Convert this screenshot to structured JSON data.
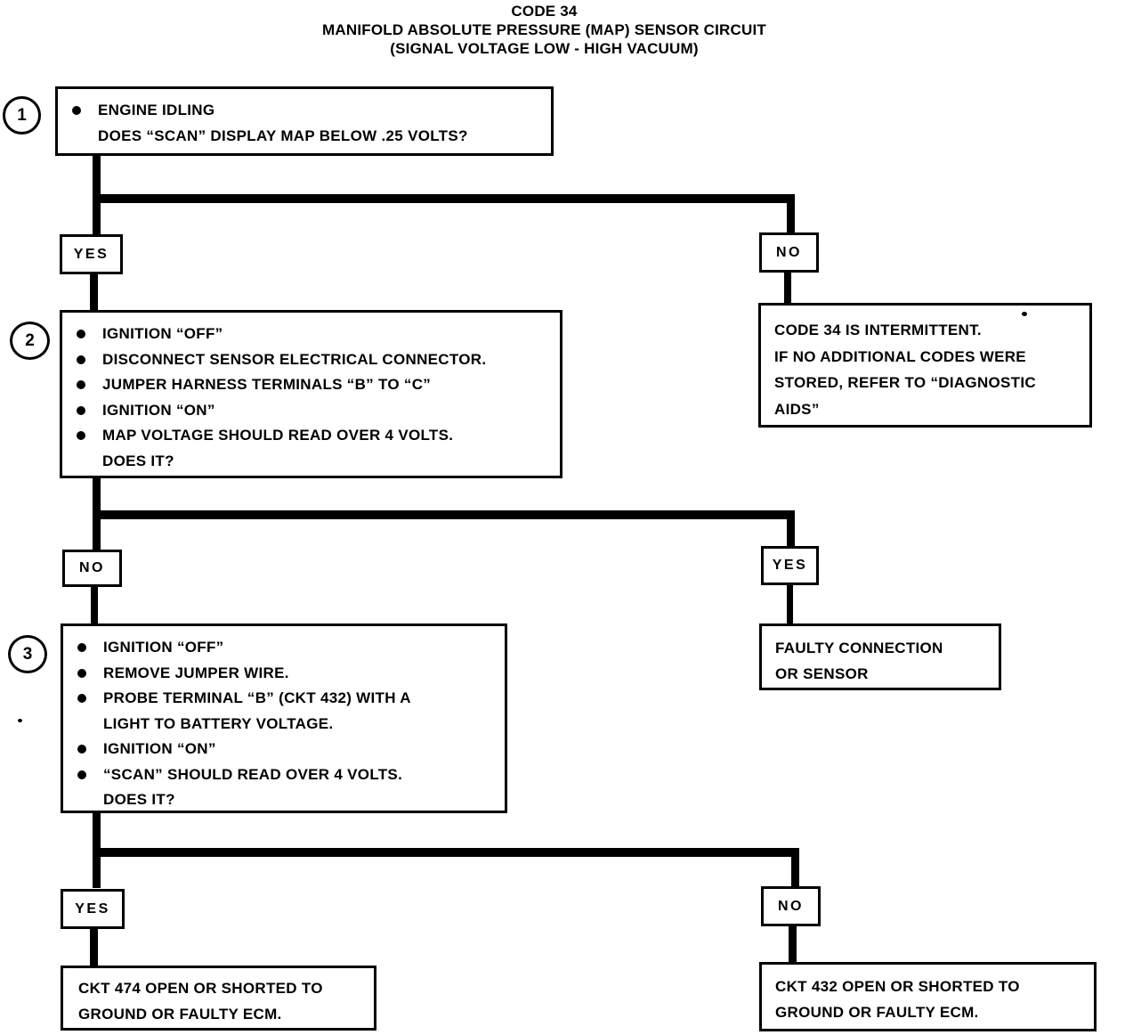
{
  "title": {
    "code": "CODE 34",
    "name": "MANIFOLD ABSOLUTE PRESSURE (MAP) SENSOR CIRCUIT",
    "condition": "(SIGNAL VOLTAGE LOW - HIGH VACUUM)"
  },
  "step1": {
    "number": "1",
    "bullet1": "ENGINE IDLING",
    "question": "DOES “SCAN” DISPLAY MAP BELOW .25 VOLTS?"
  },
  "branch1": {
    "yes": "YES",
    "no": "NO"
  },
  "step2": {
    "number": "2",
    "bullet1": "IGNITION “OFF”",
    "bullet2": "DISCONNECT SENSOR ELECTRICAL CONNECTOR.",
    "bullet3": "JUMPER HARNESS TERMINALS “B” TO “C”",
    "bullet4": "IGNITION “ON”",
    "bullet5": "MAP VOLTAGE SHOULD READ OVER 4 VOLTS.",
    "question": "DOES IT?"
  },
  "intermittent": {
    "line1": "CODE 34 IS INTERMITTENT.",
    "line2": "IF NO ADDITIONAL CODES WERE",
    "line3": "STORED, REFER TO “DIAGNOSTIC",
    "line4": "AIDS”"
  },
  "branch2": {
    "no": "NO",
    "yes": "YES"
  },
  "step3": {
    "number": "3",
    "bullet1": "IGNITION “OFF”",
    "bullet2": "REMOVE JUMPER WIRE.",
    "bullet3": "PROBE TERMINAL “B” (CKT 432) WITH A",
    "bullet3cont": "LIGHT TO BATTERY VOLTAGE.",
    "bullet4": "IGNITION “ON”",
    "bullet5": "“SCAN” SHOULD READ OVER 4 VOLTS.",
    "question": "DOES IT?"
  },
  "faulty": {
    "line1": "FAULTY CONNECTION",
    "line2": "OR SENSOR"
  },
  "branch3": {
    "yes": "YES",
    "no": "NO"
  },
  "result_left": {
    "line1": "CKT 474 OPEN OR SHORTED TO",
    "line2": "GROUND OR FAULTY ECM."
  },
  "result_right": {
    "line1": "CKT 432 OPEN OR SHORTED TO",
    "line2": "GROUND OR FAULTY ECM."
  },
  "colors": {
    "ink": "#000000",
    "paper": "#ffffff"
  }
}
